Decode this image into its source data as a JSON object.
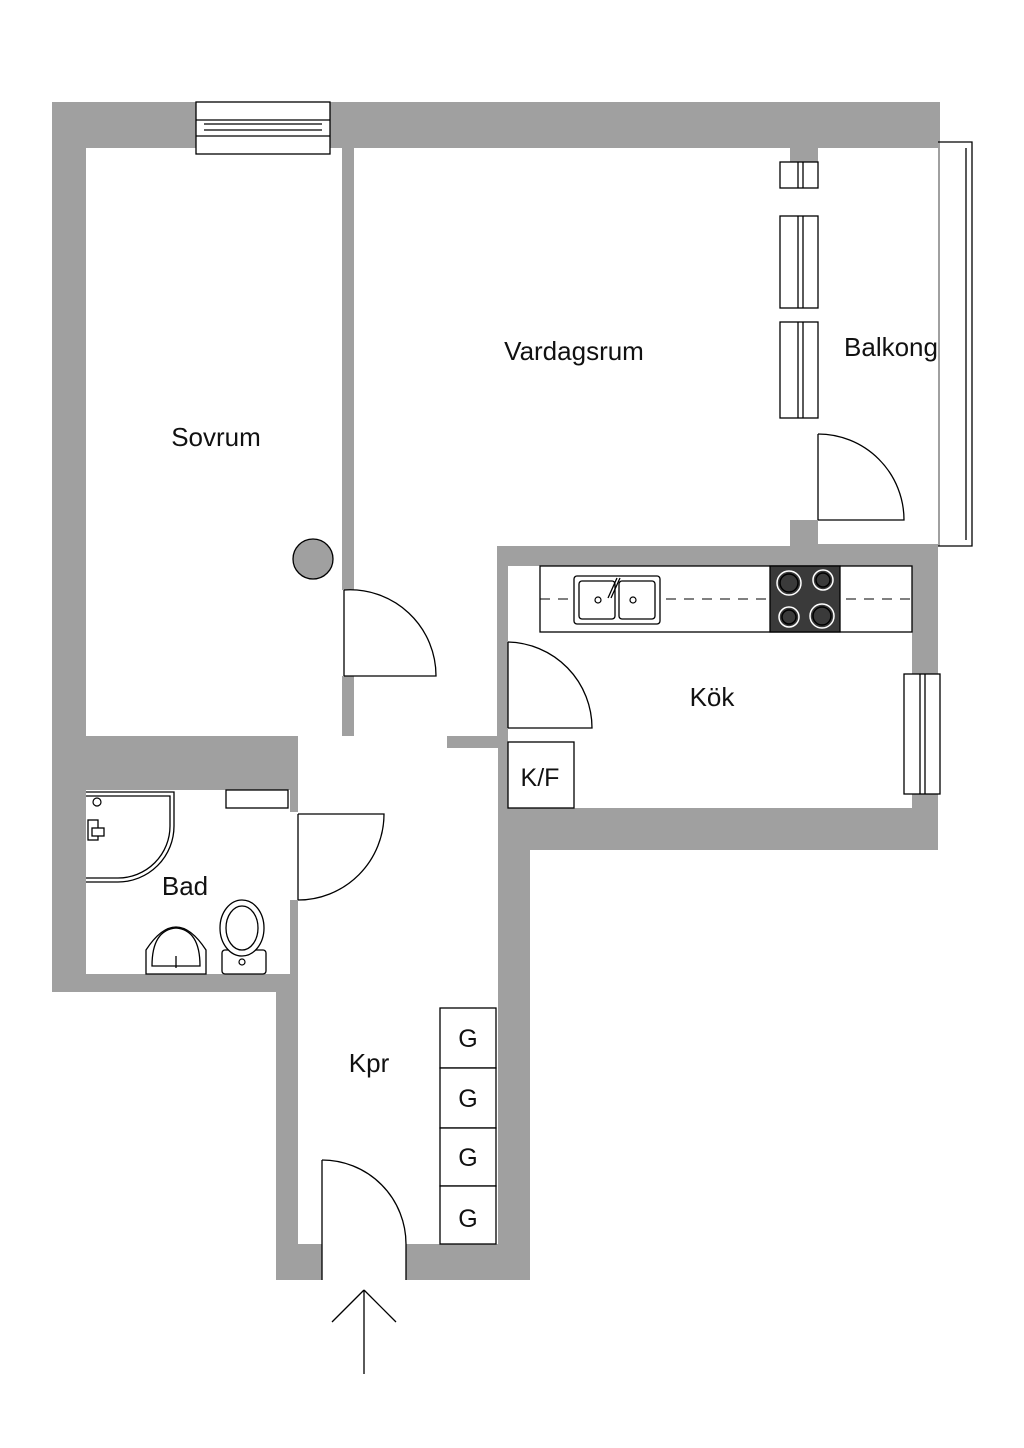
{
  "rooms": {
    "sovrum": "Sovrum",
    "vardagsrum": "Vardagsrum",
    "balkong": "Balkong",
    "kok": "Kök",
    "bad": "Bad",
    "kpr": "Kpr"
  },
  "fixtures": {
    "fridge_freezer": "K/F",
    "wardrobes": [
      "G",
      "G",
      "G",
      "G"
    ]
  },
  "colors": {
    "wall": "#a0a0a0",
    "stove": "#3a3a3a",
    "line": "#000000"
  },
  "icons": [
    "entrance-arrow-icon",
    "sink-icon",
    "stove-icon",
    "toilet-icon",
    "washbasin-icon",
    "shower-icon"
  ]
}
